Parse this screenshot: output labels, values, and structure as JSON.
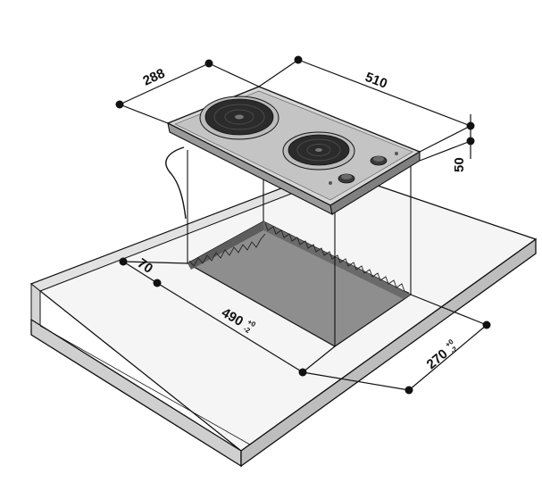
{
  "dimensions": {
    "hob_depth": "288",
    "hob_width": "510",
    "hob_height": "50",
    "front_offset": "70",
    "cutout_width": "490",
    "cutout_width_tol_upper": "+0",
    "cutout_width_tol_lower": "-2",
    "cutout_depth": "270",
    "cutout_depth_tol_upper": "+0",
    "cutout_depth_tol_lower": "-2"
  },
  "colors": {
    "line": "#111111",
    "steel_light": "#d9d9d9",
    "steel_mid": "#a8a8a8",
    "steel_dark": "#6e6e6e",
    "hotplate": "#2b2b2b",
    "counter_top": "#f4f4f4",
    "counter_edge": "#cfcfcf",
    "cutout_floor": "#8c8c8c"
  },
  "icons": [
    "dimension-endpoint-dot",
    "control-knob"
  ]
}
